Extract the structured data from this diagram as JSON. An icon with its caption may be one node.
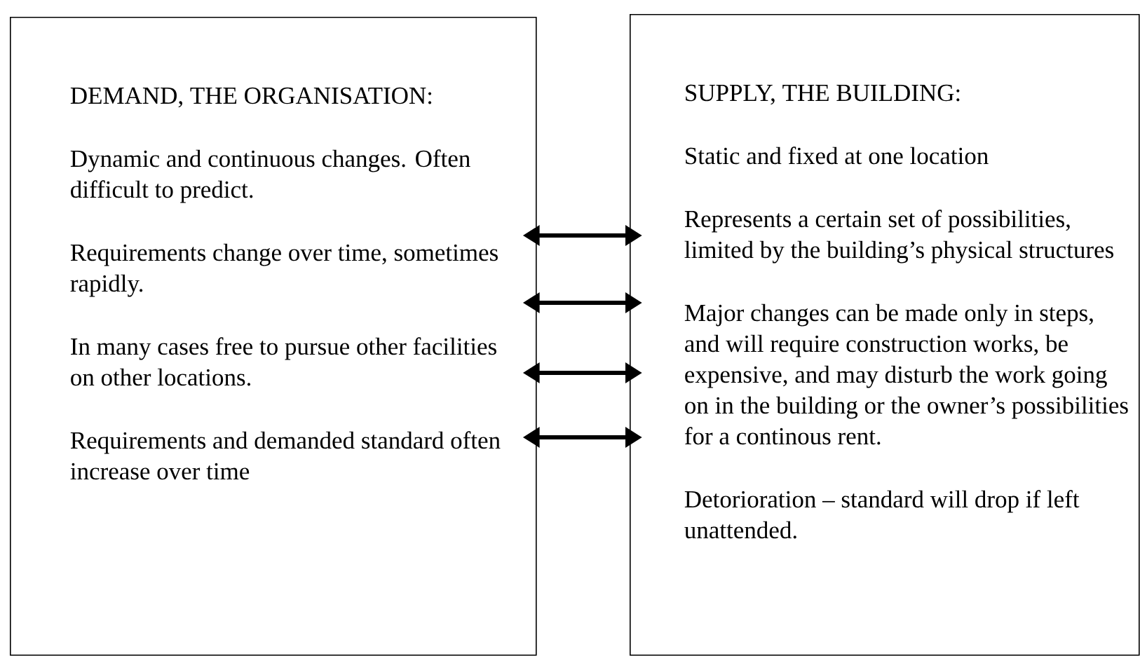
{
  "diagram": {
    "nodes": [
      {
        "text": [
          "DEMAND, THE ORGANISATION:",
          "Dynamic and continuous changes. Often difficult to predict.",
          "Requirements change over time, sometimes rapidly.",
          "In many cases free to pursue other facilities on other locations.",
          "Requirements and demanded standard often increase over time"
        ]
      },
      {
        "text": [
          "SUPPLY, THE BUILDING:",
          "Static and fixed at one location",
          "Represents a certain set of possibilities, limited by the building’s physical structures",
          "Major changes can be made only in steps, and will require construction works, be expensive, and may disturb the work going on in the building or the owner’s possibilities for a continous rent.",
          "Detorioration – standard will drop if left unattended."
        ]
      }
    ],
    "edges": [
      {
        "from": 0,
        "to": 1,
        "arrow": "both"
      },
      {
        "from": 0,
        "to": 1,
        "arrow": "both"
      },
      {
        "from": 0,
        "to": 1,
        "arrow": "both"
      },
      {
        "from": 0,
        "to": 1,
        "arrow": "both"
      }
    ]
  }
}
